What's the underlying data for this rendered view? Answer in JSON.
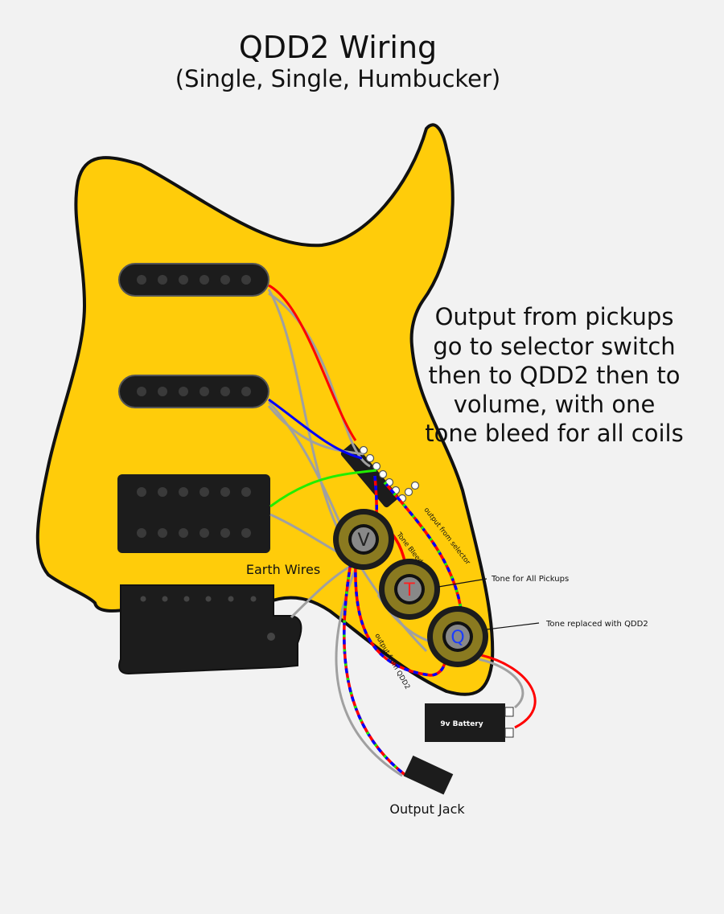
{
  "title": "QDD2 Wiring",
  "subtitle": "(Single, Single, Humbucker)",
  "note_lines": [
    "Output from pickups",
    "go to selector switch",
    "then to QDD2 then to",
    "volume, with one",
    "tone bleed for all coils"
  ],
  "labels": {
    "earth_wires": "Earth Wires",
    "output_from_selector": "output from selector",
    "tone_bleed": "Tone Bleed",
    "output_from_qdd2": "output from QDD2",
    "tone_all": "Tone for All Pickups",
    "tone_replaced": "Tone replaced with QDD2",
    "battery": "9v Battery",
    "output_jack": "Output Jack"
  },
  "knobs": {
    "volume": "V",
    "tone": "T",
    "qdd2": "Q"
  },
  "colors": {
    "body": "#ffcc0a",
    "pickup": "#1c1c1c",
    "pole": "#3a3a3a",
    "wire_red": "#ff0000",
    "wire_blue": "#0000ff",
    "wire_green": "#22ee00",
    "wire_grey": "#a0a0a0",
    "knob_v_letter": "#222222",
    "knob_t_letter": "#ff2020",
    "knob_q_letter": "#1a3cff"
  }
}
